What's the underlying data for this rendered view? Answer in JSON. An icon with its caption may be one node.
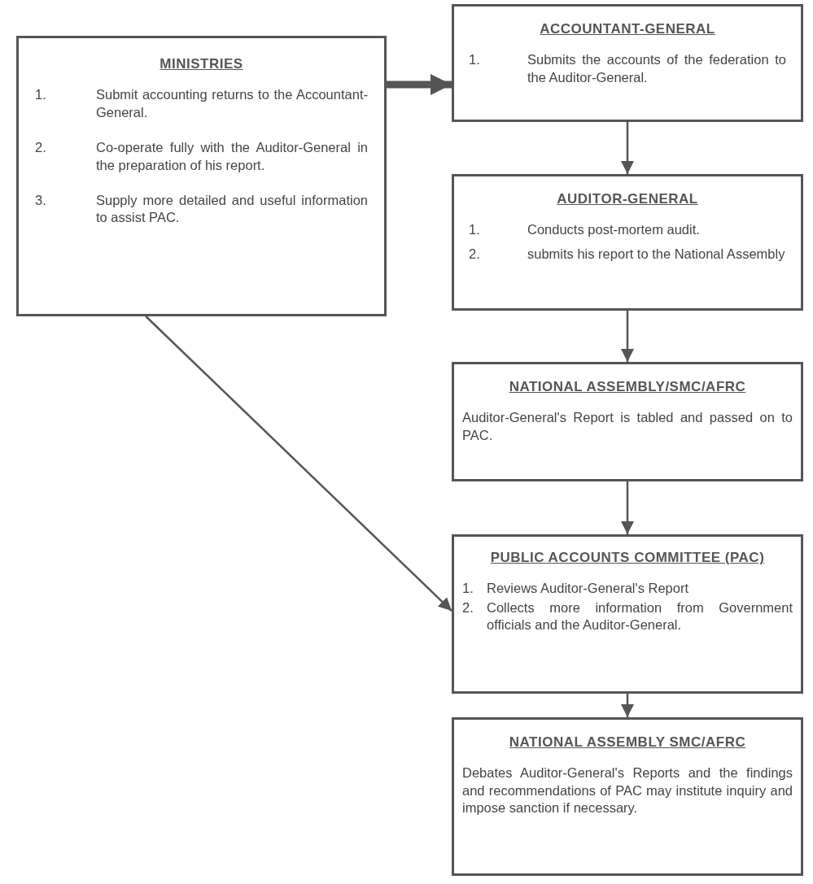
{
  "diagram": {
    "nodes": [
      {
        "text": [
          "MINISTRIES",
          "1.",
          "Submit accounting returns to the Accountant-General.",
          "2.",
          "Co-operate fully with the Auditor-General in the preparation of his report.",
          "3.",
          "Supply more detailed and useful information to assist PAC."
        ]
      },
      {
        "text": [
          "ACCOUNTANT-GENERAL",
          "1.",
          "Submits the accounts of the federation to the Auditor-General."
        ]
      },
      {
        "text": [
          "AUDITOR-GENERAL",
          "1.",
          "Conducts post-mortem audit.",
          "2.",
          "submits his report to the National Assembly"
        ]
      },
      {
        "text": [
          "NATIONAL ASSEMBLY/SMC/AFRC",
          "Auditor-General's Report is tabled and passed on to PAC."
        ]
      },
      {
        "text": [
          "PUBLIC ACCOUNTS COMMITTEE (PAC)",
          "1.",
          "Reviews Auditor-General's Report",
          "2.",
          "Collects more information from Government officials and the Auditor-General."
        ]
      },
      {
        "text": [
          "NATIONAL ASSEMBLY SMC/AFRC",
          "Debates Auditor-General's Reports and the findings and recommendations of PAC may institute inquiry and impose sanction if necessary."
        ]
      }
    ],
    "edges": [
      {
        "from": 0,
        "to": 1,
        "arrow": "to",
        "style": "thick"
      },
      {
        "from": 1,
        "to": 2,
        "arrow": "to"
      },
      {
        "from": 2,
        "to": 3,
        "arrow": "to"
      },
      {
        "from": 3,
        "to": 4,
        "arrow": "to"
      },
      {
        "from": 4,
        "to": 5,
        "arrow": "to"
      },
      {
        "from": 0,
        "to": 4,
        "arrow": "to"
      }
    ]
  }
}
